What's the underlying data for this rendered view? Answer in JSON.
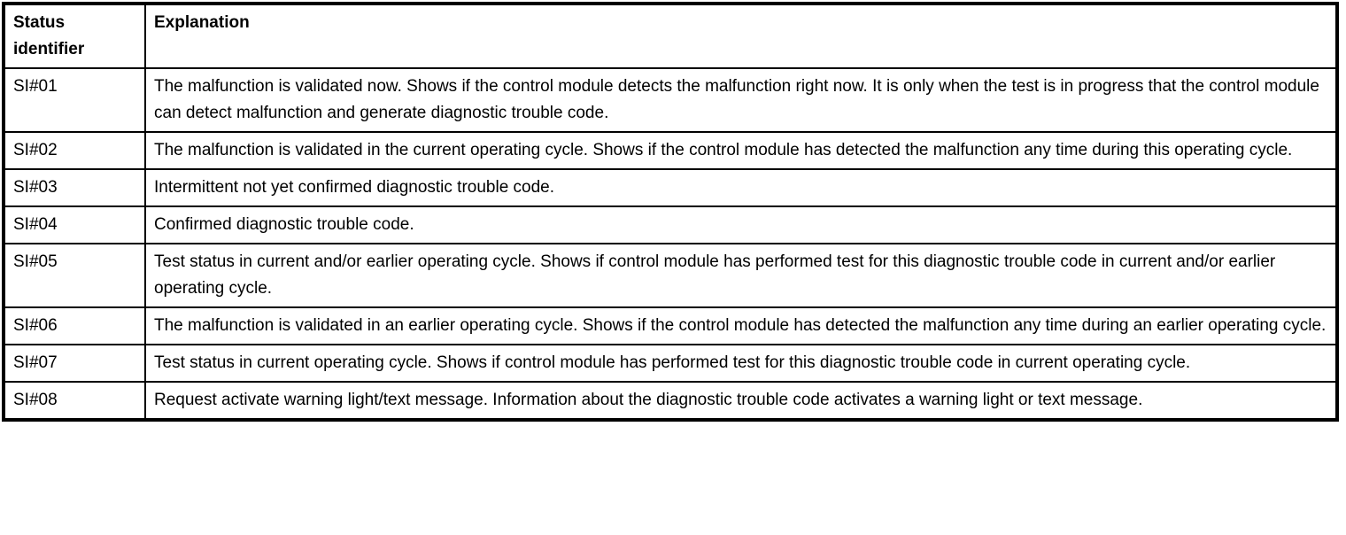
{
  "table": {
    "headers": {
      "status": "Status identifier",
      "explanation": "Explanation"
    },
    "rows": [
      {
        "id": "SI#01",
        "explanation": "The malfunction is validated now. Shows if the control module detects the malfunction right now. It is only when the test is in progress that the control module can detect malfunction and generate diagnostic trouble code."
      },
      {
        "id": "SI#02",
        "explanation": "The malfunction is validated in the current operating cycle. Shows if the control module has detected the malfunction any time during this operating cycle."
      },
      {
        "id": "SI#03",
        "explanation": "Intermittent not yet confirmed diagnostic trouble code."
      },
      {
        "id": "SI#04",
        "explanation": "Confirmed diagnostic trouble code."
      },
      {
        "id": "SI#05",
        "explanation": "Test status in current and/or earlier operating cycle. Shows if control module has performed test for this diagnostic trouble code in current and/or earlier operating cycle."
      },
      {
        "id": "SI#06",
        "explanation": "The malfunction is validated in an earlier operating cycle. Shows if the control module has detected the malfunction any time during an earlier operating cycle."
      },
      {
        "id": "SI#07",
        "explanation": "Test status in current operating cycle. Shows if control module has performed test for this diagnostic trouble code in current operating cycle."
      },
      {
        "id": "SI#08",
        "explanation": "Request activate warning light/text message. Information about the diagnostic trouble code activates a warning light or text message."
      }
    ]
  }
}
